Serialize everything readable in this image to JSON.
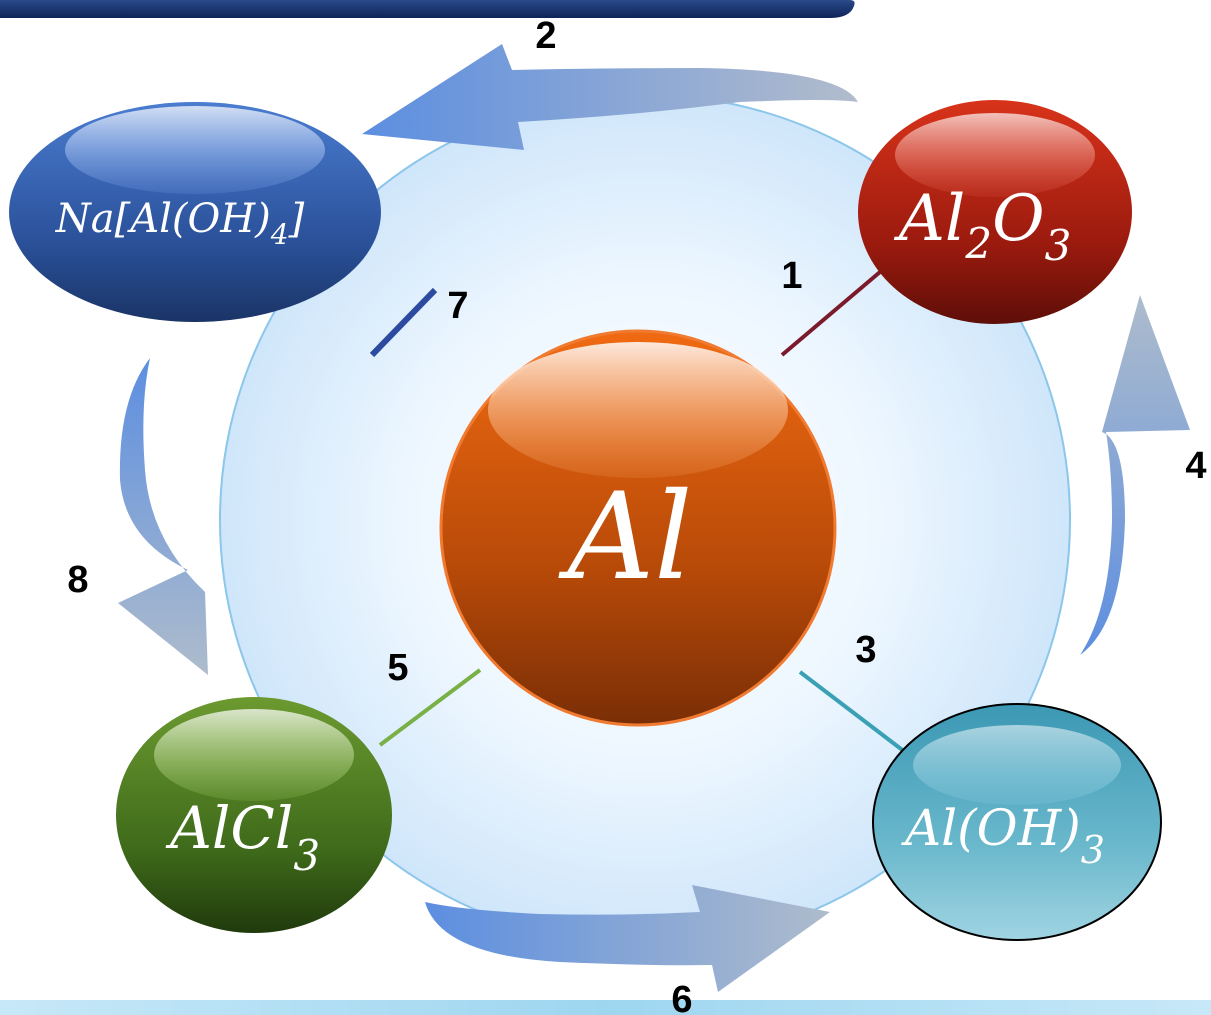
{
  "nodes": {
    "center": {
      "label": "Al"
    },
    "al2o3": {
      "label": "Al",
      "sub1": "2",
      "mid": "O",
      "sub2": "3"
    },
    "naaloh4": {
      "label": "Na[Al(OH)",
      "sub": "4",
      "tail": "]"
    },
    "alcl3": {
      "label": "AlCl",
      "sub": "3"
    },
    "aloh3": {
      "label": "Al(OH)",
      "sub": "3"
    }
  },
  "reactions": [
    "1",
    "2",
    "3",
    "4",
    "5",
    "6",
    "7",
    "8"
  ],
  "colors": {
    "al": "#c85010",
    "al2o3": "#a82010",
    "naaloh4": "#2c5aa0",
    "alcl3": "#4a7a20",
    "aloh3": "#5ab4c8",
    "arrow": "#6f96d8",
    "halo": "#d8ecfb"
  }
}
